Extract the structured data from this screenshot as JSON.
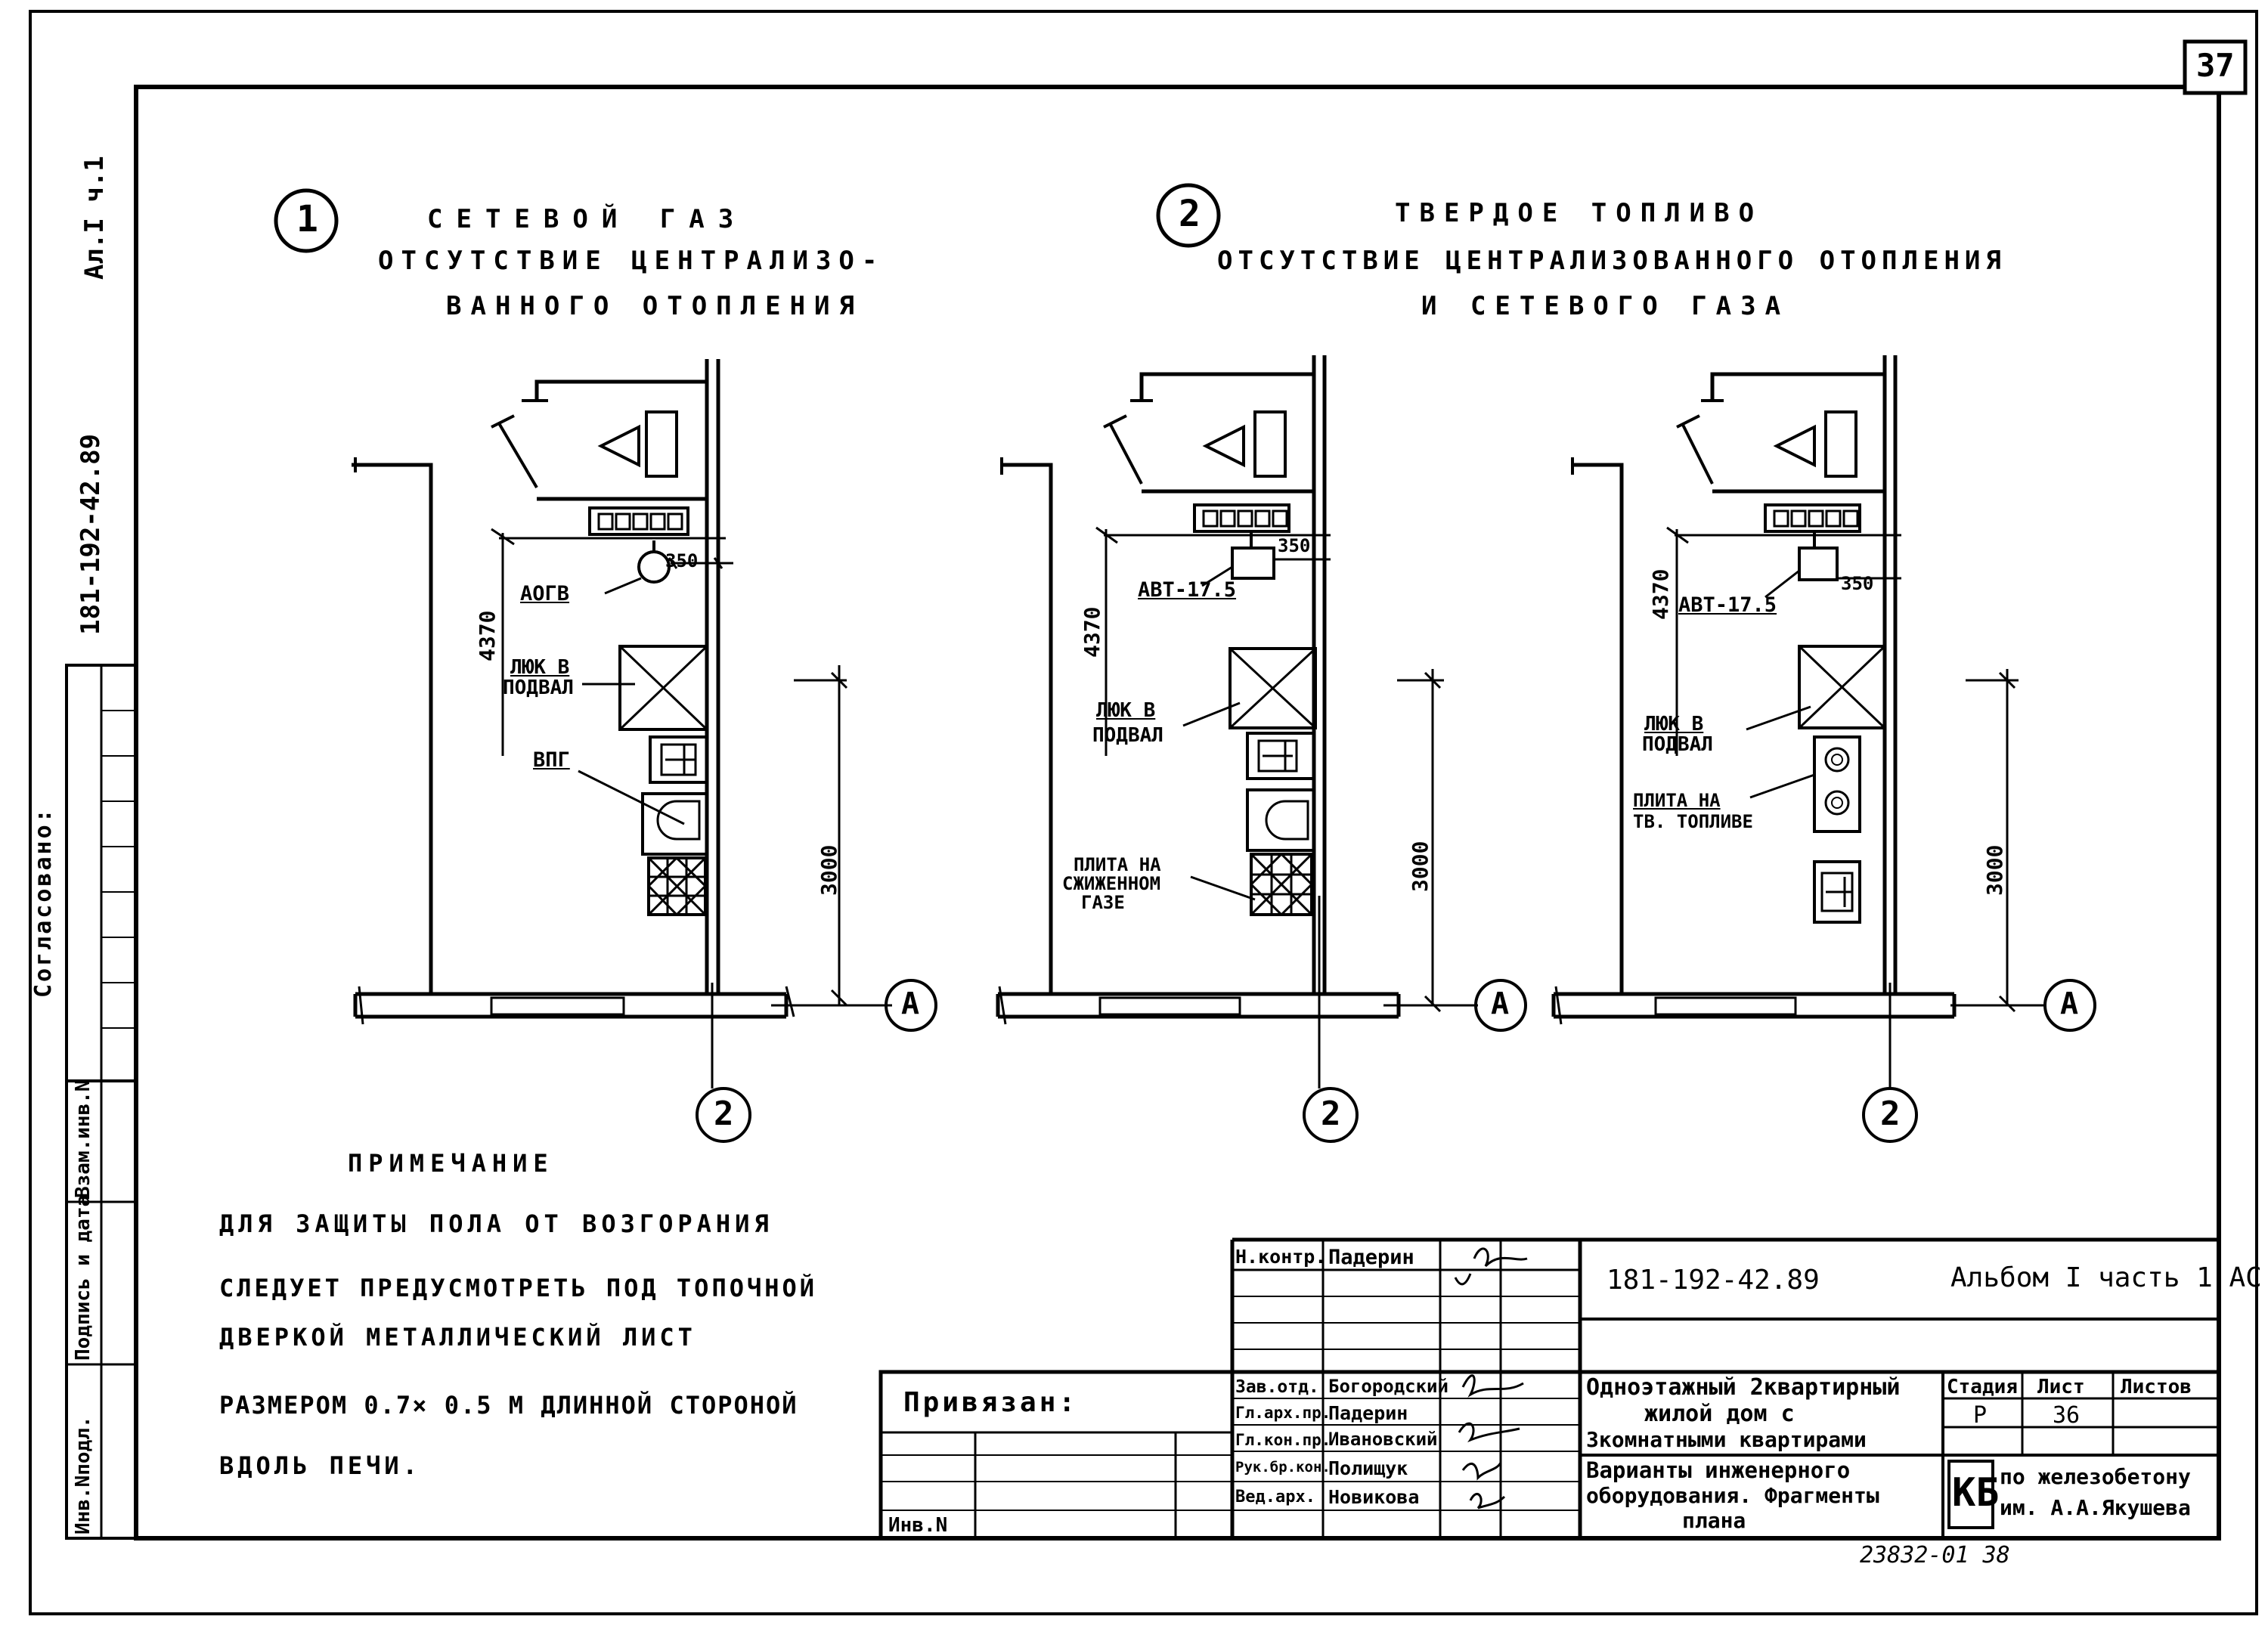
{
  "sheet_number": "37",
  "side_code": "Ал.I ч.1",
  "side_doc_number": "181-192-42.89",
  "agreed_label": "Согласовано:",
  "side_stamp": [
    "Инв.Nподл.",
    "Подпись и дата",
    "Взам.инв.N"
  ],
  "schemes": [
    {
      "number": "1",
      "lines": [
        "СЕТЕВОЙ  ГАЗ",
        "ОТСУТСТВИЕ ЦЕНТРАЛИЗО-",
        "ВАННОГО ОТОПЛЕНИЯ"
      ]
    },
    {
      "number": "2",
      "lines": [
        "ТВЕРДОЕ ТОПЛИВО",
        "ОТСУТСТВИЕ ЦЕНТРАЛИЗОВАННОГО ОТОПЛЕНИЯ",
        "И СЕТЕВОГО ГАЗА"
      ]
    }
  ],
  "plans": [
    {
      "dim_top": "4370",
      "dim_side": "3000",
      "dim_small": "350",
      "heater": "АОГВ",
      "hatch": [
        "ЛЮК В",
        "ПОДВАЛ"
      ],
      "stove": [
        "ВПГ"
      ],
      "axis_letter": "A",
      "axis_number": "2"
    },
    {
      "dim_top": "4370",
      "dim_side": "3000",
      "dim_small": "350",
      "heater": "АВТ-17.5",
      "hatch": [
        "ЛЮК В",
        "ПОДВАЛ"
      ],
      "stove": [
        "ПЛИТА НА",
        "СЖИЖЕННОМ",
        "ГАЗЕ"
      ],
      "axis_letter": "A",
      "axis_number": "2"
    },
    {
      "dim_top": "4370",
      "dim_side": "3000",
      "dim_small": "350",
      "heater": "АВТ-17.5",
      "hatch": [
        "ЛЮК В",
        "ПОДВАЛ"
      ],
      "stove": [
        "ПЛИТА НА",
        "ТВ. ТОПЛИВЕ"
      ],
      "axis_letter": "A",
      "axis_number": "2"
    }
  ],
  "note": {
    "title": "ПРИМЕЧАНИЕ",
    "lines": [
      "ДЛЯ ЗАЩИТЫ ПОЛА ОТ ВОЗГОРАНИЯ",
      "СЛЕДУЕТ ПРЕДУСМОТРЕТЬ ПОД ТОПОЧНОЙ",
      "ДВЕРКОЙ МЕТАЛЛИЧЕСКИЙ ЛИСТ",
      "РАЗМЕРОМ 0.7× 0.5 М ДЛИННОЙ СТОРОНОЙ",
      "ВДОЛЬ ПЕЧИ."
    ]
  },
  "title_block": {
    "bound_label": "Привязан:",
    "inv_label": "Инв.N",
    "signers": [
      {
        "role": "Н.контр.",
        "name": "Падерин"
      },
      {
        "role": "Зав.отд.",
        "name": "Богородский"
      },
      {
        "role": "Гл.арх.пр.",
        "name": "Падерин"
      },
      {
        "role": "Гл.кон.пр.",
        "name": "Ивановский"
      },
      {
        "role": "Рук.бр.кон.",
        "name": "Полищук"
      },
      {
        "role": "Вед.арх.",
        "name": "Новикова"
      }
    ],
    "doc_number": "181-192-42.89",
    "album": "Альбом I часть 1 АС",
    "project_title": [
      "Одноэтажный 2квартирный",
      "жилой дом с",
      "3комнатными квартирами"
    ],
    "sheet_title": [
      "Варианты инженерного",
      "оборудования. Фрагменты",
      "плана"
    ],
    "stage_label": "Стадия",
    "sheet_label": "Лист",
    "sheets_label": "Листов",
    "stage": "Р",
    "sheet": "36",
    "sheets": "",
    "org_logo": "КБ",
    "org_name": [
      "по железобетону",
      "им. А.А.Якушева"
    ]
  },
  "bottom_code": "23832-01 38"
}
